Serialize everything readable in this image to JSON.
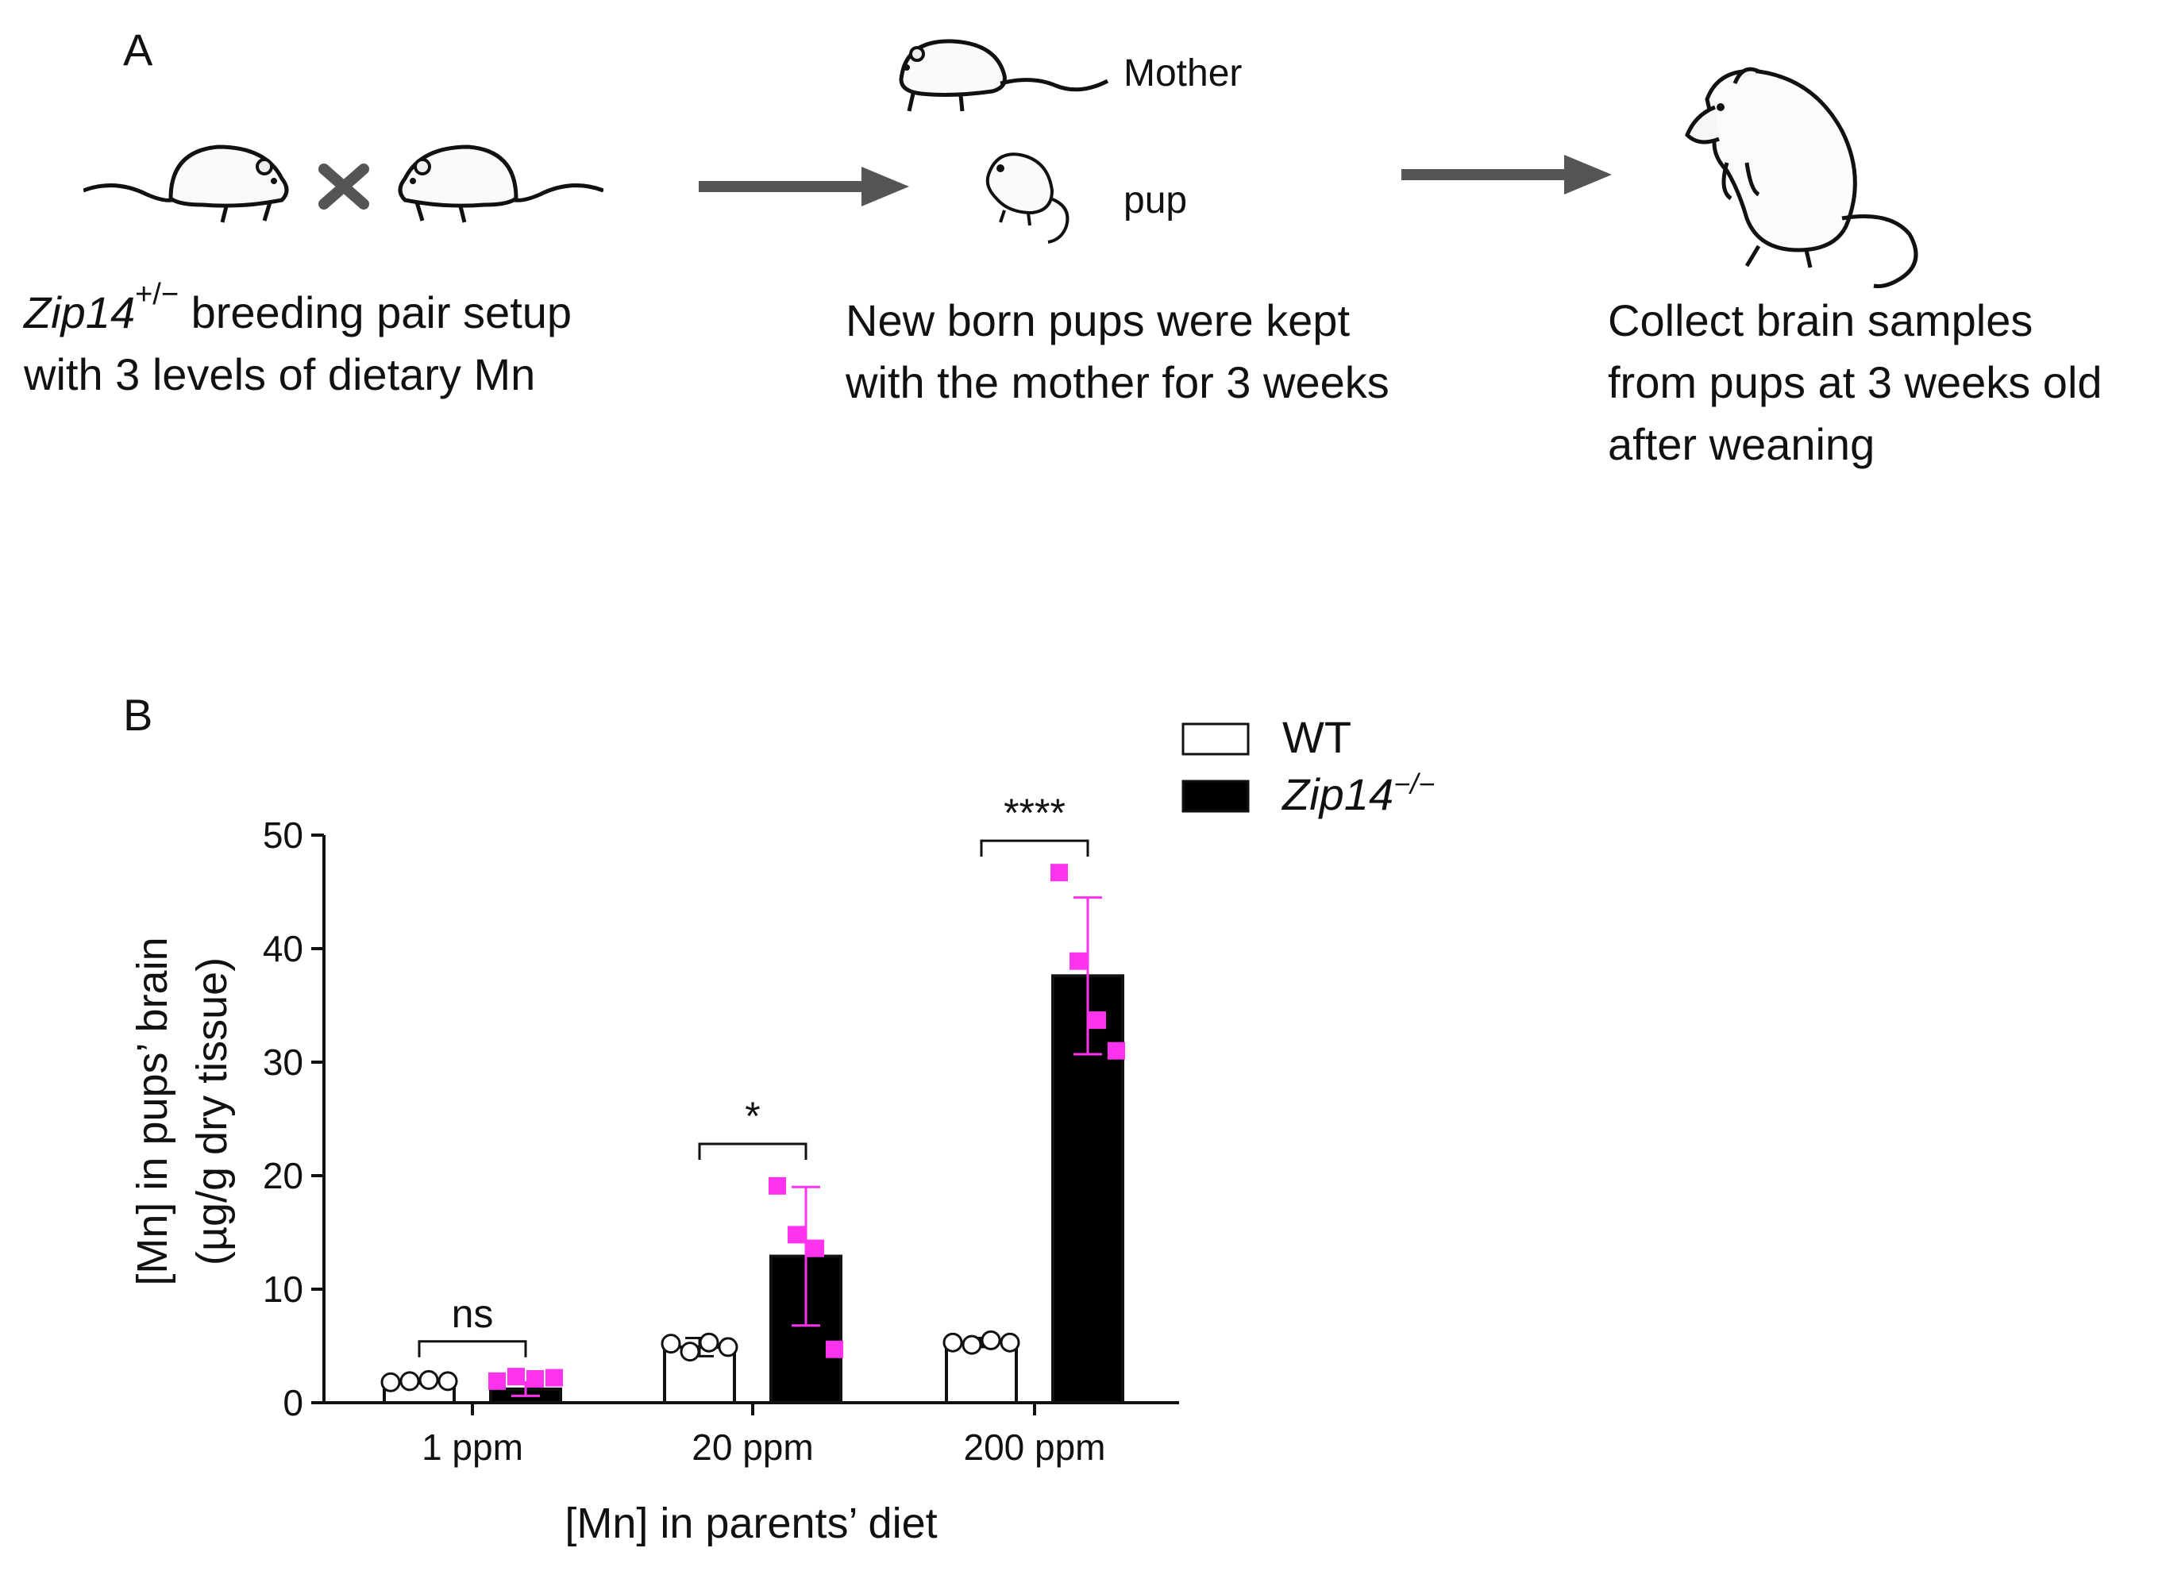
{
  "panel_a": {
    "label": "A",
    "mother_label": "Mother",
    "pup_label": "pup",
    "step1": {
      "gene": "Zip14",
      "sup": "+/−",
      "line1_rest": " breeding pair setup",
      "line2": "with 3 levels of dietary Mn"
    },
    "step2": {
      "line1": "New born pups were kept",
      "line2": "with the mother for 3 weeks"
    },
    "step3": {
      "line1": "Collect brain samples",
      "line2": "from pups at 3 weeks old",
      "line3": "after weaning"
    },
    "icon_names": [
      "mouse-icon",
      "cross-icon",
      "arrow-icon",
      "pup-icon",
      "rat-icon"
    ]
  },
  "panel_b": {
    "label": "B"
  },
  "chart_data": {
    "type": "bar",
    "categories": [
      "1 ppm",
      "20 ppm",
      "200 ppm"
    ],
    "xlabel": "[Mn] in parents’ diet",
    "ylabel_line1": "[Mn] in pups’ brain",
    "ylabel_line2": "(µg/g dry tissue)",
    "ylim": [
      0,
      50
    ],
    "yticks": [
      0,
      10,
      20,
      30,
      40,
      50
    ],
    "legend": {
      "position": "top-right",
      "entries": [
        {
          "name": "WT",
          "italic": false,
          "sup": ""
        },
        {
          "name": "Zip14",
          "italic": true,
          "sup": "−/−"
        }
      ]
    },
    "series": [
      {
        "name": "WT",
        "fill": "#ffffff",
        "point_color": "#ffffff",
        "values": [
          1.9,
          4.9,
          5.3
        ],
        "errors": [
          0.2,
          0.8,
          0.4
        ],
        "points": [
          [
            1.8,
            1.9,
            2.0,
            1.9
          ],
          [
            5.2,
            4.5,
            5.3,
            4.9
          ],
          [
            5.3,
            5.1,
            5.5,
            5.3
          ]
        ]
      },
      {
        "name": "Zip14−/−",
        "fill": "#000000",
        "point_color": "#ff33ee",
        "values": [
          1.2,
          12.9,
          37.6
        ],
        "errors": [
          0.6,
          6.1,
          6.9
        ],
        "points": [
          [
            1.9,
            2.3,
            2.1,
            2.2
          ],
          [
            19.1,
            14.8,
            13.6,
            4.7
          ],
          [
            46.7,
            38.9,
            33.7,
            31.0
          ]
        ]
      }
    ],
    "annotations": [
      "ns",
      "*",
      "****"
    ],
    "colors": {
      "wt_fill": "#ffffff",
      "ko_fill": "#000000",
      "ko_points": "#ff33ee",
      "arrow": "#555555"
    }
  }
}
